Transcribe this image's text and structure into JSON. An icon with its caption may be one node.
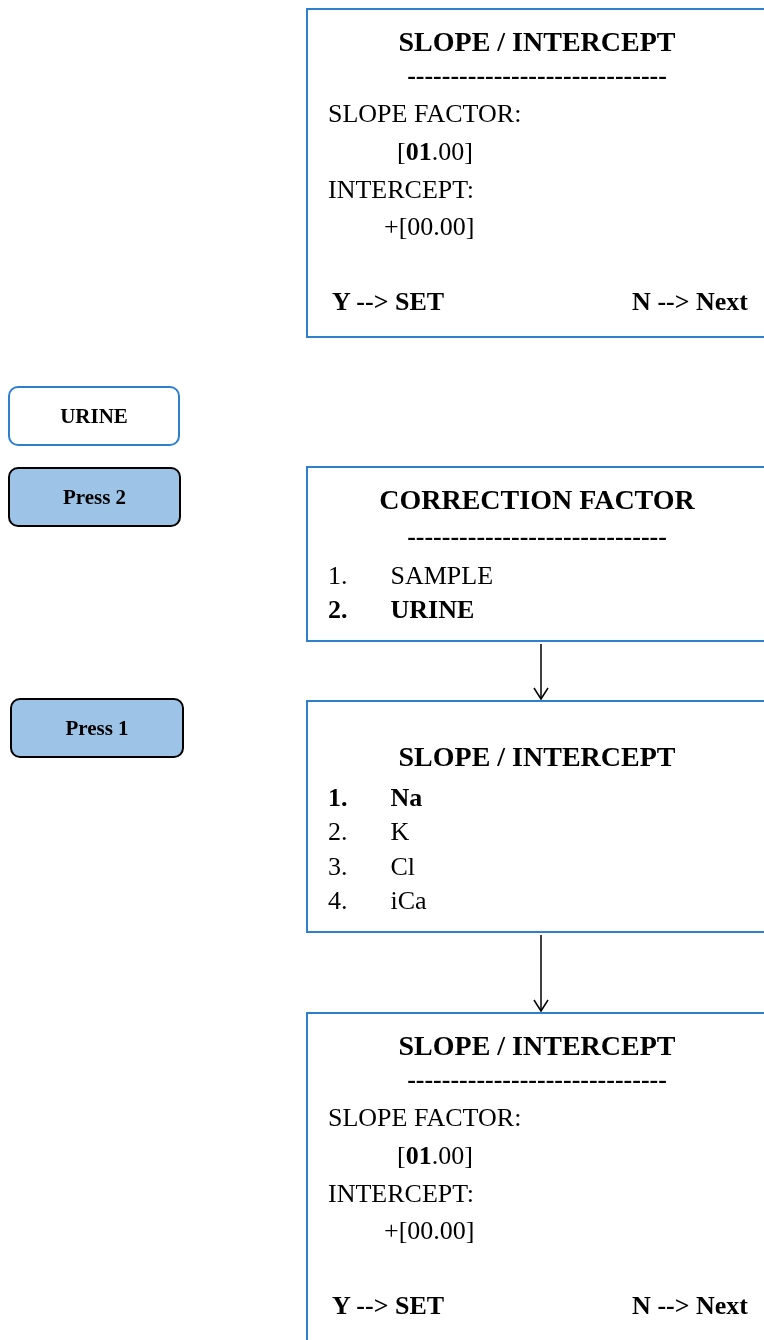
{
  "diagram": {
    "nodes": [
      {
        "text": [
          "SLOPE / INTERCEPT",
          "------------------------------",
          "SLOPE FACTOR:",
          "[**01**.00]",
          "INTERCEPT:",
          "+[00.00]",
          "Y --> SET",
          "N --> Next"
        ]
      },
      {
        "text": [
          "URINE"
        ]
      },
      {
        "text": [
          "Press 2"
        ]
      },
      {
        "text": [
          "CORRECTION FACTOR",
          "------------------------------",
          "1. SAMPLE",
          "2. URINE"
        ]
      },
      {
        "text": [
          "Press 1"
        ]
      },
      {
        "text": [
          "SLOPE / INTERCEPT",
          "1. Na",
          "2. K",
          "3. Cl",
          "4. iCa"
        ]
      },
      {
        "text": [
          "SLOPE / INTERCEPT",
          "------------------------------",
          "SLOPE FACTOR:",
          "[**01**.00]",
          "INTERCEPT:",
          "+[00.00]",
          "Y --> SET",
          "N --> Next"
        ]
      }
    ],
    "edges": [
      {
        "from": 3,
        "to": 5,
        "arrow": "to"
      },
      {
        "from": 5,
        "to": 6,
        "arrow": "to"
      }
    ]
  }
}
